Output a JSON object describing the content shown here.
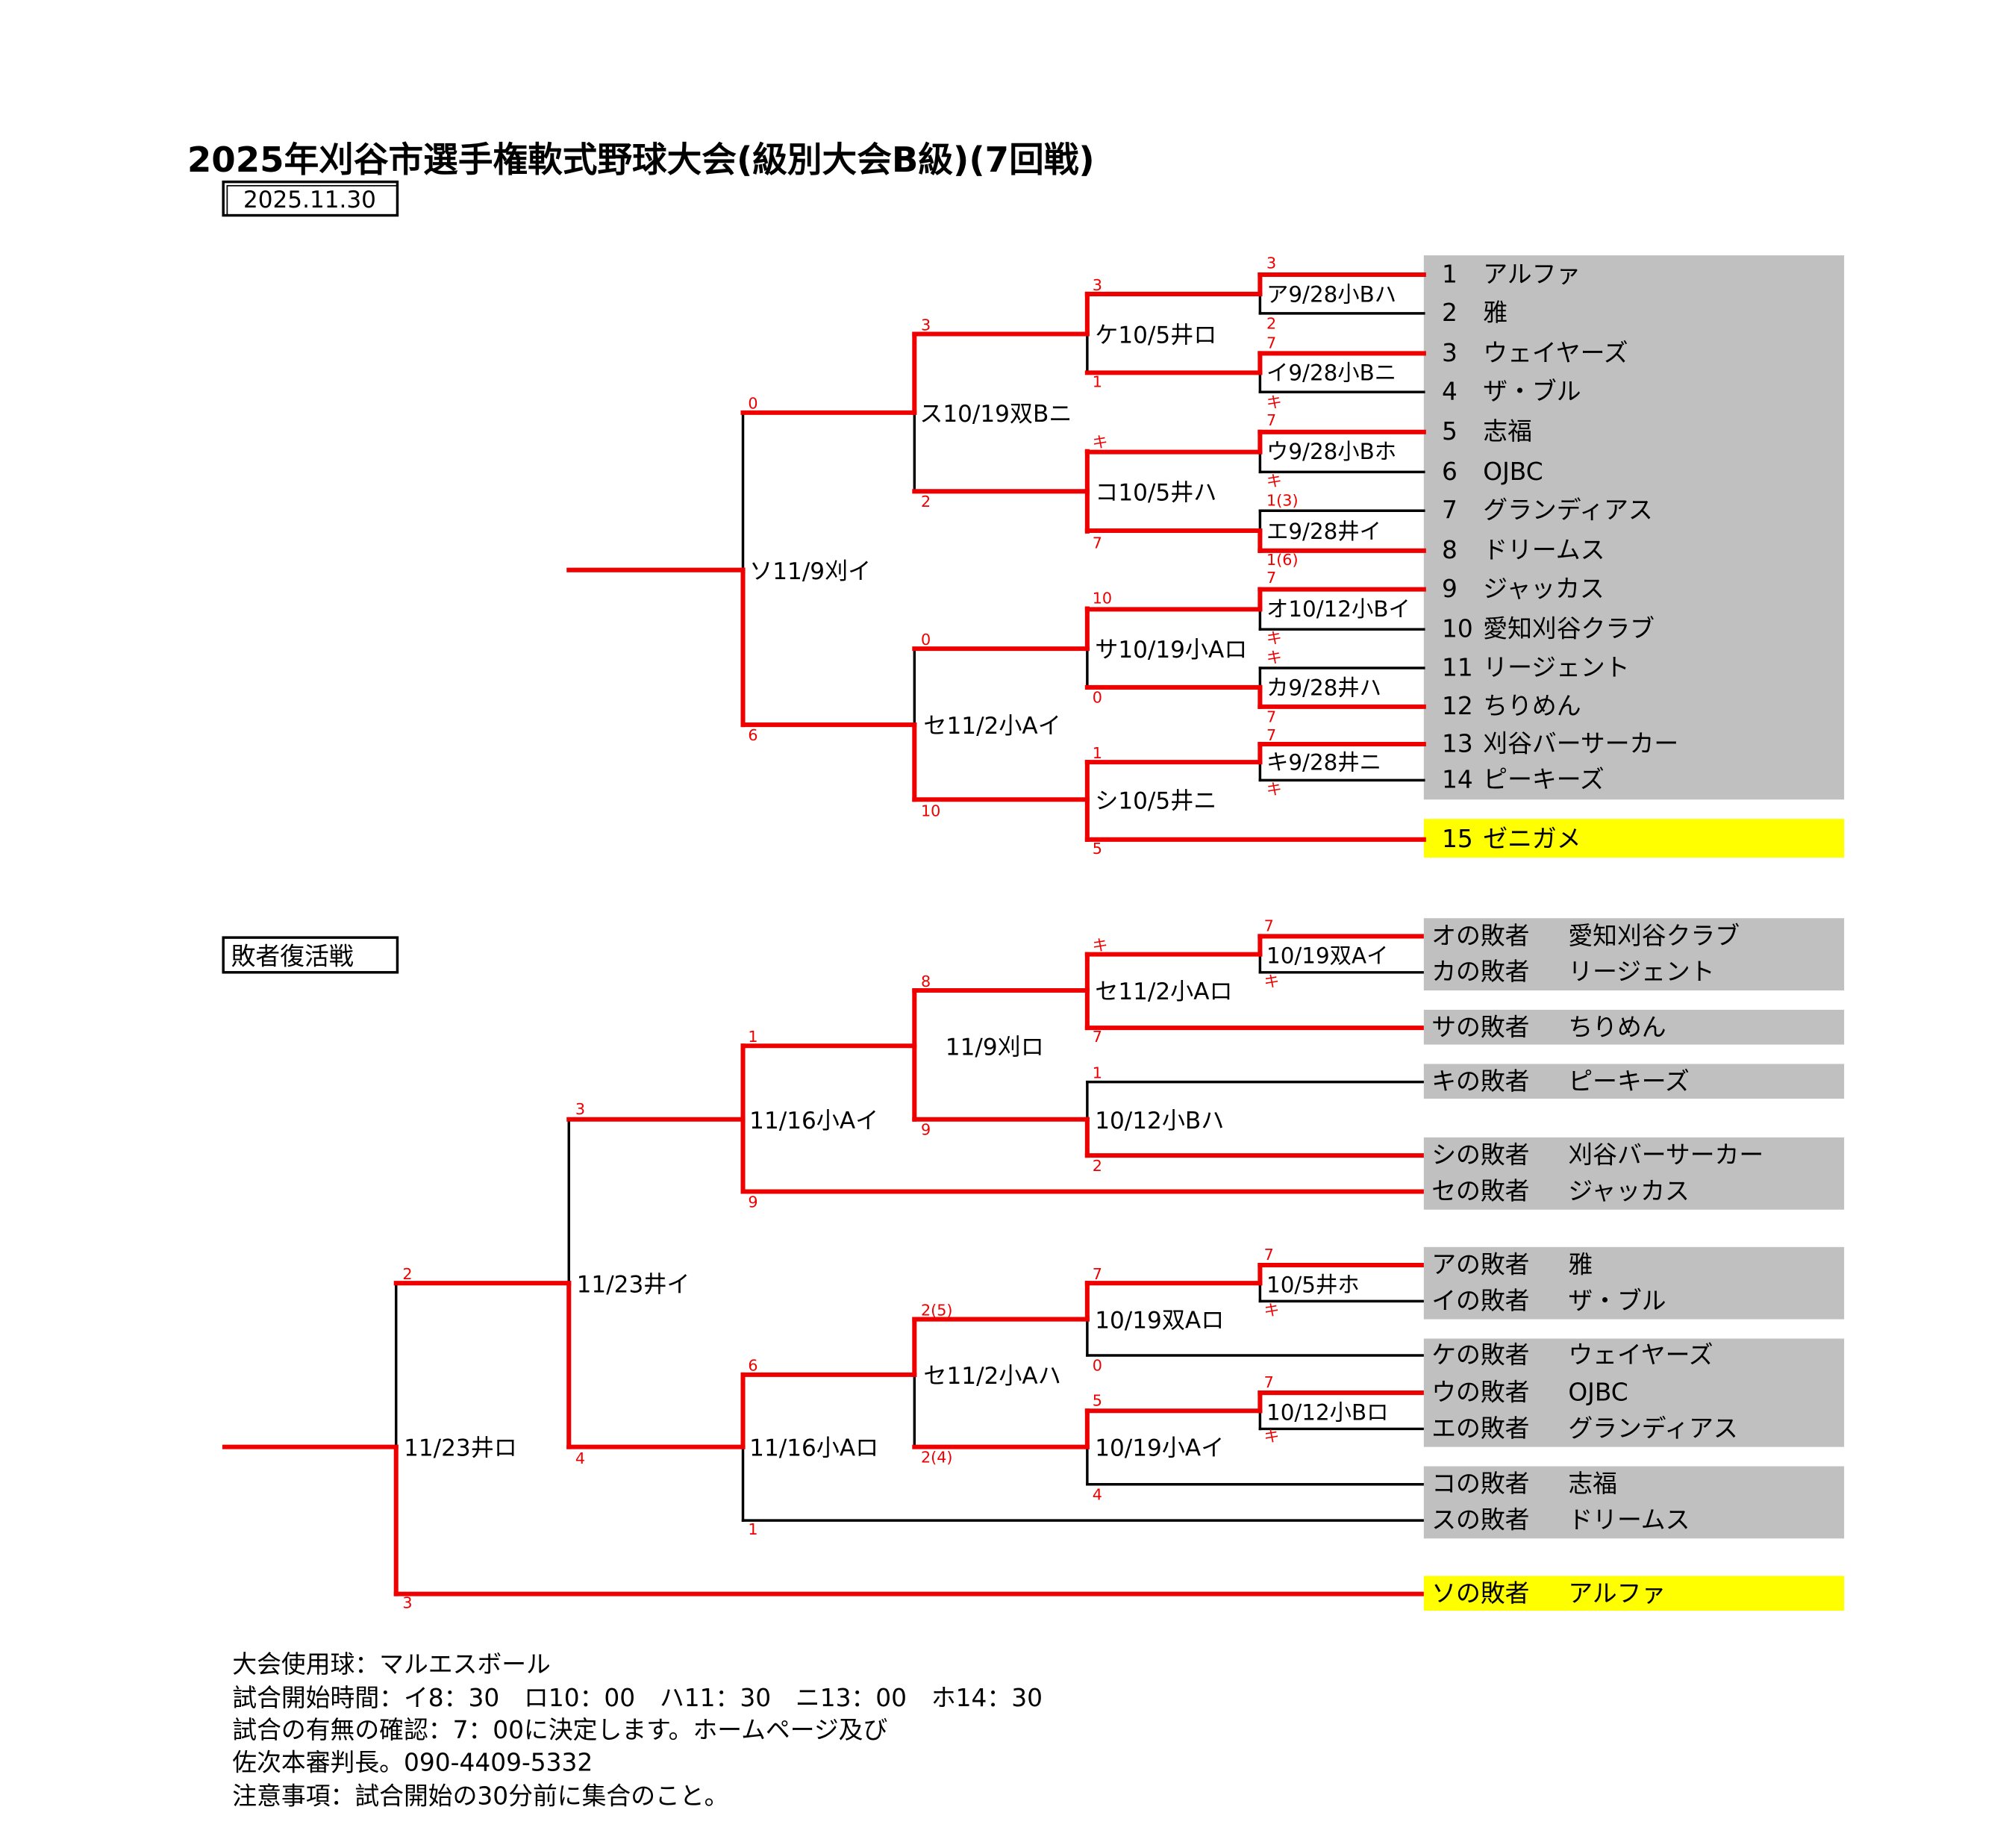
{
  "title": "2025年刈谷市選手権軟式野球大会(級別大会B級)(7回戦)",
  "date": "2025.11.30",
  "consolation_title": "敗者復活戦",
  "colors": {
    "winner_line": "#ee0000",
    "team_box": "#c0c0c0",
    "highlight_box": "#ffff00"
  },
  "teams": [
    {
      "no": "1",
      "name": "アルファ"
    },
    {
      "no": "2",
      "name": "雅"
    },
    {
      "no": "3",
      "name": "ウェイヤーズ"
    },
    {
      "no": "4",
      "name": "ザ・ブル"
    },
    {
      "no": "5",
      "name": "志福"
    },
    {
      "no": "6",
      "name": "OJBC"
    },
    {
      "no": "7",
      "name": "グランディアス"
    },
    {
      "no": "8",
      "name": "ドリームス"
    },
    {
      "no": "9",
      "name": "ジャッカス"
    },
    {
      "no": "10",
      "name": "愛知刈谷クラブ"
    },
    {
      "no": "11",
      "name": "リージェント"
    },
    {
      "no": "12",
      "name": "ちりめん"
    },
    {
      "no": "13",
      "name": "刈谷バーサーカー"
    },
    {
      "no": "14",
      "name": "ピーキーズ"
    },
    {
      "no": "15",
      "name": "ゼニガメ"
    }
  ],
  "main_matches": {
    "a": "ア9/28小Bハ",
    "i": "イ9/28小Bニ",
    "u": "ウ9/28小Bホ",
    "e": "エ9/28井イ",
    "o": "オ10/12小Bイ",
    "ka": "カ9/28井ハ",
    "ki": "キ9/28井ニ",
    "ke": "ケ10/5井ロ",
    "ko": "コ10/5井ハ",
    "sa": "サ10/19小Aロ",
    "shi": "シ10/5井ニ",
    "su": "ス10/19双Bニ",
    "se": "セ11/2小Aイ",
    "so": "ソ11/9刈イ"
  },
  "main_scores": {
    "a": [
      "3",
      "2"
    ],
    "i": [
      "7",
      "キ"
    ],
    "u": [
      "7",
      "キ"
    ],
    "e": [
      "1(3)",
      "1(6)"
    ],
    "o": [
      "7",
      "キ"
    ],
    "ka": [
      "キ",
      "7"
    ],
    "ki": [
      "7",
      "キ"
    ],
    "ke": [
      "3",
      "1"
    ],
    "ko": [
      "キ",
      "7"
    ],
    "sa": [
      "10",
      "0"
    ],
    "shi": [
      "1",
      "5"
    ],
    "su": [
      "3",
      "2"
    ],
    "se": [
      "0",
      "10"
    ],
    "so": [
      "0",
      "6"
    ]
  },
  "losers": [
    {
      "label": "オの敗者",
      "name": "愛知刈谷クラブ"
    },
    {
      "label": "カの敗者",
      "name": "リージェント"
    },
    {
      "label": "サの敗者",
      "name": "ちりめん"
    },
    {
      "label": "キの敗者",
      "name": "ピーキーズ"
    },
    {
      "label": "シの敗者",
      "name": "刈谷バーサーカー"
    },
    {
      "label": "セの敗者",
      "name": "ジャッカス"
    },
    {
      "label": "アの敗者",
      "name": "雅"
    },
    {
      "label": "イの敗者",
      "name": "ザ・ブル"
    },
    {
      "label": "ケの敗者",
      "name": "ウェイヤーズ"
    },
    {
      "label": "ウの敗者",
      "name": "OJBC"
    },
    {
      "label": "エの敗者",
      "name": "グランディアス"
    },
    {
      "label": "コの敗者",
      "name": "志福"
    },
    {
      "label": "スの敗者",
      "name": "ドリームス"
    },
    {
      "label": "ソの敗者",
      "name": "アルファ"
    }
  ],
  "cons_matches": {
    "m1": "10/19双Aイ",
    "m2": "セ11/2小Aロ",
    "m3": "10/12小Bハ",
    "m4": "11/9刈ロ",
    "m5": "11/16小Aイ",
    "m6": "10/5井ホ",
    "m7": "10/19双Aロ",
    "m8": "10/12小Bロ",
    "m9": "10/19小Aイ",
    "m10": "セ11/2小Aハ",
    "m11": "11/16小Aロ",
    "m12": "11/23井イ",
    "m13": "11/23井ロ"
  },
  "cons_scores": {
    "m1": [
      "7",
      "キ"
    ],
    "m2": [
      "キ",
      "7"
    ],
    "m3": [
      "1",
      "2"
    ],
    "m4": [
      "8",
      "9"
    ],
    "m5": [
      "1",
      "9"
    ],
    "m6": [
      "7",
      "キ"
    ],
    "m7": [
      "7",
      "0"
    ],
    "m8": [
      "7",
      "キ"
    ],
    "m9": [
      "5",
      "4"
    ],
    "m10": [
      "2(5)",
      "2(4)"
    ],
    "m11": [
      "6",
      "1"
    ],
    "m12": [
      "3",
      "4"
    ],
    "m13": [
      "2",
      "3"
    ]
  },
  "notes": [
    "大会使用球：マルエスボール",
    "試合開始時間：イ8：30　ロ10：00　ハ11：30　ニ13：00　ホ14：30",
    "試合の有無の確認：7：00に決定します。ホームページ及び",
    "佐次本審判長。090-4409-5332",
    "注意事項：試合開始の30分前に集合のこと。"
  ]
}
